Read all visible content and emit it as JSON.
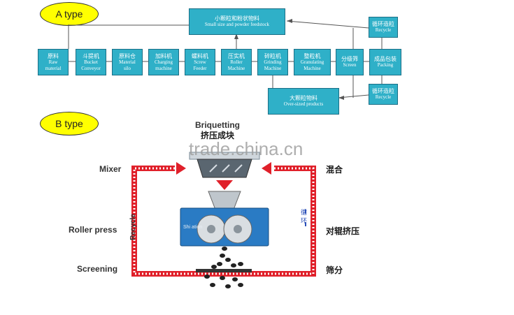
{
  "a_type": {
    "label": "A type",
    "feed_box": {
      "zh": "小颗粒和粉状物料",
      "en": "Small size and powder feedstock"
    },
    "oversize_box": {
      "zh": "大颗粒物料",
      "en": "Over-sized products"
    },
    "recycle_top": {
      "zh": "循环造粒",
      "en": "Recycle"
    },
    "recycle_bottom": {
      "zh": "循环造粒",
      "en": "Recycle"
    },
    "steps": [
      {
        "zh": "原料",
        "en1": "Raw",
        "en2": "material"
      },
      {
        "zh": "斗提机",
        "en1": "Bucket",
        "en2": "Conveyor"
      },
      {
        "zh": "原料仓",
        "en1": "Material",
        "en2": "silo"
      },
      {
        "zh": "加料机",
        "en1": "Charging",
        "en2": "machine"
      },
      {
        "zh": "螺料机",
        "en1": "Screw",
        "en2": "Feeder"
      },
      {
        "zh": "压实机",
        "en1": "Roller",
        "en2": "Machine"
      },
      {
        "zh": "碎粒机",
        "en1": "Grinding",
        "en2": "Machine"
      },
      {
        "zh": "整粒机",
        "en1": "Granulating",
        "en2": "Machine"
      },
      {
        "zh": "分级筛",
        "en1": "Screen",
        "en2": ""
      },
      {
        "zh": "成品包装",
        "en1": "Packing",
        "en2": ""
      }
    ]
  },
  "b_type": {
    "label": "B type",
    "title_en": "Briquetting",
    "title_zh": "挤压成块",
    "left_labels": {
      "mixer": "Mixer",
      "roller_press": "Roller press",
      "screening": "Screening"
    },
    "right_labels": {
      "mixer": "混合",
      "roller_press": "对辊挤压",
      "screening": "筛分"
    },
    "recycle_en": "Recycle",
    "recycle_zh": "循环",
    "machine_text": "Shi            ation"
  },
  "watermark": "trade.china.cn",
  "colors": {
    "box": "#2fb0c8",
    "badge": "#ffff00",
    "loop": "#e0202a",
    "machine": "#2a7bc4"
  }
}
